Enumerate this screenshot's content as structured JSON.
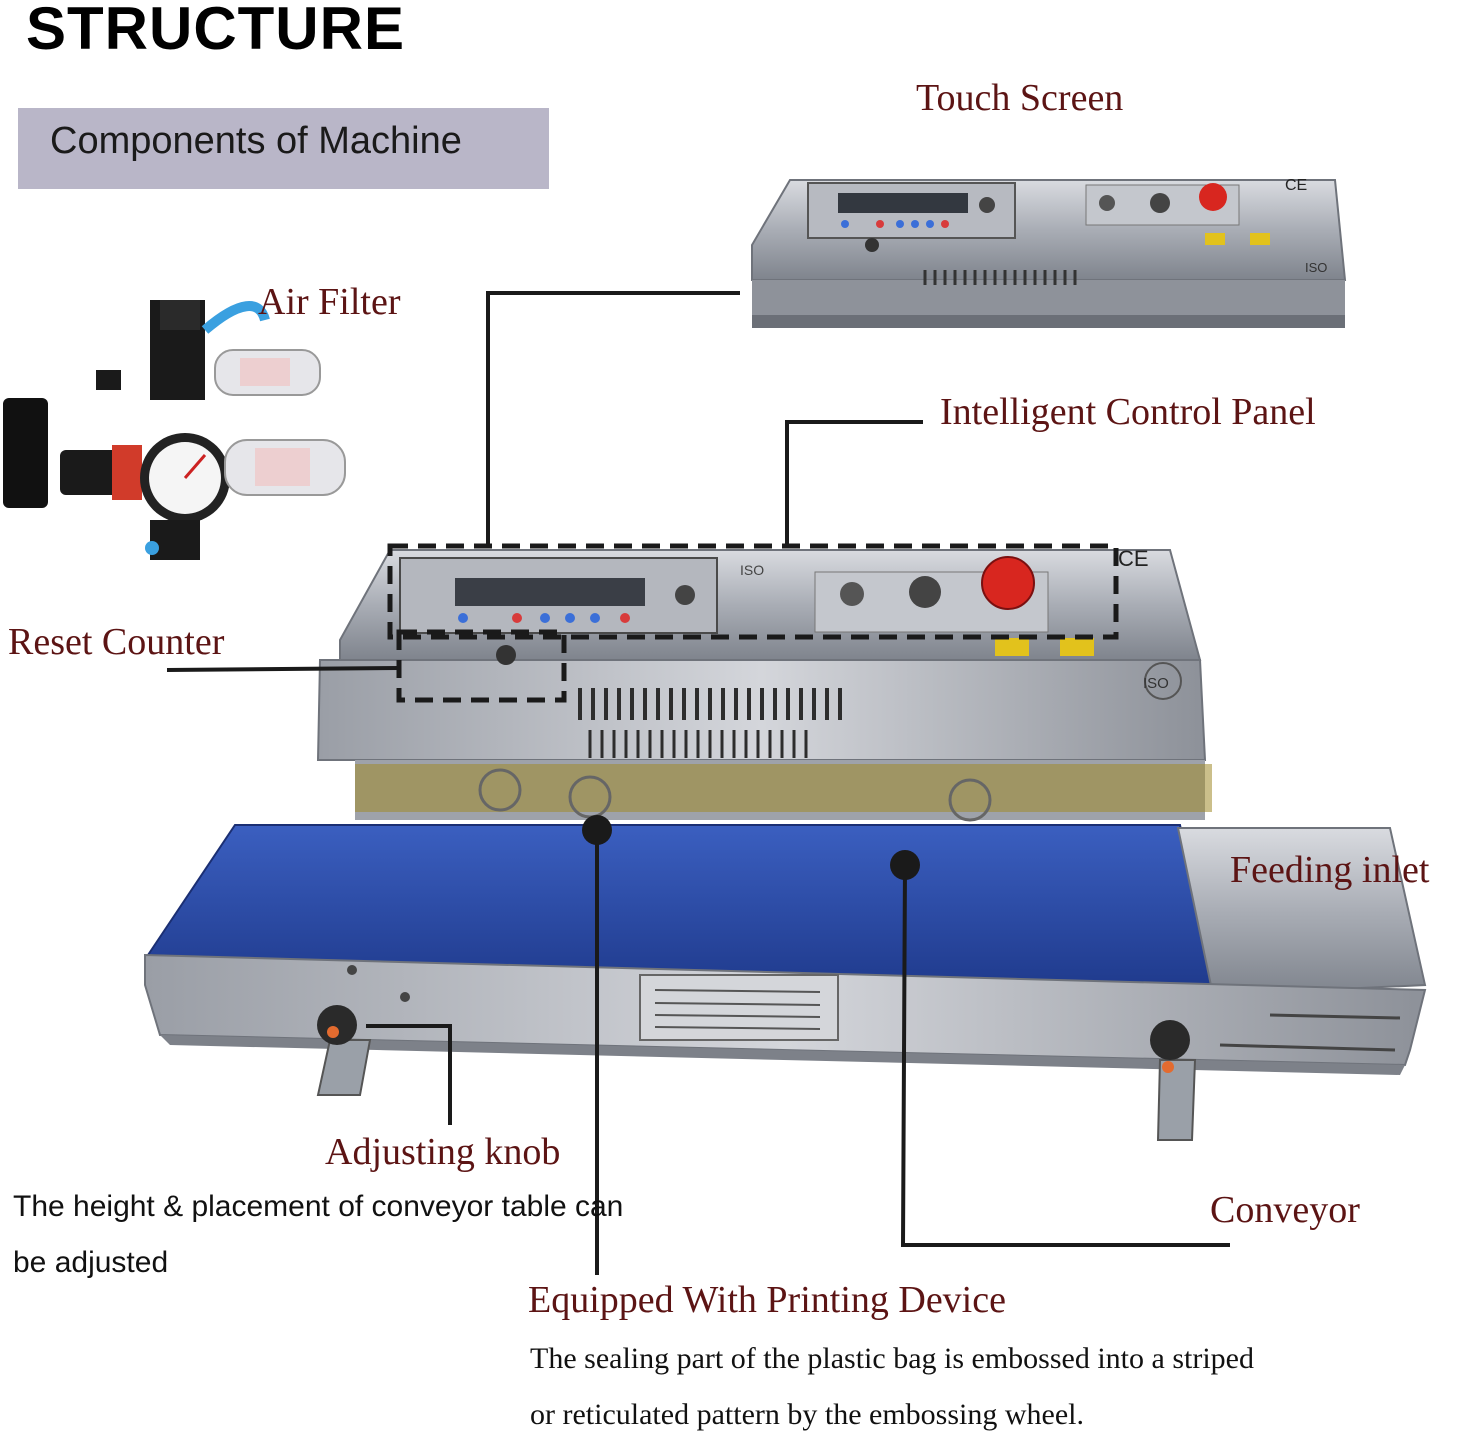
{
  "header": {
    "title": "STRUCTURE",
    "subtitle": "Components of Machine"
  },
  "callouts": {
    "touch_screen": "Touch Screen",
    "air_filter": "Air Filter",
    "intelligent_control_panel": "Intelligent Control Panel",
    "reset_counter": "Reset Counter",
    "feeding_inlet": "Feeding inlet",
    "adjusting_knob": "Adjusting knob",
    "conveyor": "Conveyor",
    "printing_device": "Equipped With Printing Device"
  },
  "descriptions": {
    "adjusting_knob_line1": "The height & placement of conveyor table can",
    "adjusting_knob_line2": "be adjusted",
    "printing_device_line1": "The sealing part of the plastic bag is embossed into a striped",
    "printing_device_line2": "or reticulated pattern by the embossing wheel."
  },
  "marks": {
    "ce": "CE",
    "iso": "ISO"
  },
  "colors": {
    "label_text": "#5c1414",
    "subtitle_box": "#b9b6c8",
    "conveyor_belt": "#2f4fa8",
    "steel": "#b9bcc3",
    "emergency_stop": "#d8261f",
    "highlight_band": "#a08a2a"
  }
}
